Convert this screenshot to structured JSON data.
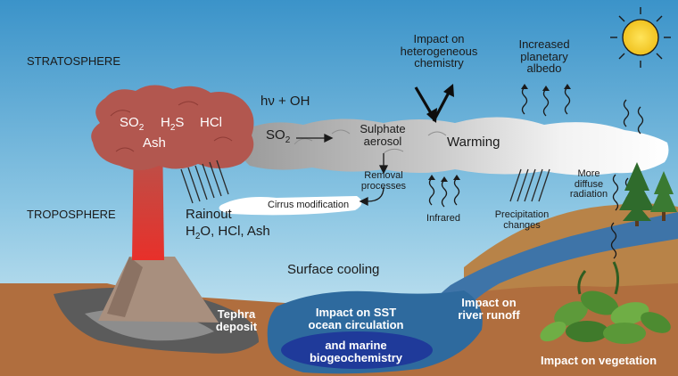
{
  "layers": {
    "stratosphere": "STRATOSPHERE",
    "troposphere": "TROPOSPHERE"
  },
  "plume": {
    "gas_so2": "SO",
    "gas_so2_sub": "2",
    "gas_h2s_h": "H",
    "gas_h2s_sub": "2",
    "gas_h2s_s": "S",
    "gas_hcl": "HCl",
    "ash": "Ash"
  },
  "chemistry": {
    "reaction": "hν + OH",
    "so2": "SO",
    "so2_sub": "2",
    "sulphate": "Sulphate",
    "aerosol": "aerosol",
    "warming": "Warming",
    "removal_1": "Removal",
    "removal_2": "processes",
    "cirrus": "Cirrus modification"
  },
  "impacts": {
    "heterogeneous_1": "Impact on",
    "heterogeneous_2": "heterogeneous",
    "heterogeneous_3": "chemistry",
    "albedo_1": "Increased",
    "albedo_2": "planetary",
    "albedo_3": "albedo",
    "diffuse_1": "More",
    "diffuse_2": "diffuse",
    "diffuse_3": "radiation",
    "infrared": "Infrared",
    "precip_1": "Precipitation",
    "precip_2": "changes",
    "rainout_1": "Rainout",
    "rainout_2": "H",
    "rainout_2_sub": "2",
    "rainout_2_rest": "O, HCl, Ash",
    "surface_cooling": "Surface cooling",
    "tephra_1": "Tephra",
    "tephra_2": "deposit",
    "sst_1": "Impact on SST",
    "sst_2": "ocean circulation",
    "marine_1": "and marine",
    "marine_2": "biogeochemistry",
    "runoff_1": "Impact on",
    "runoff_2": "river runoff",
    "vegetation": "Impact on vegetation"
  },
  "colors": {
    "sky_top": "#3b93c9",
    "sky_bottom": "#d4ecf4",
    "plume": "#b2574f",
    "aerosol": "#a8a8a8",
    "ground": "#b06e3e",
    "ocean": "#2e6a9e",
    "sun": "#f3cc2d"
  }
}
